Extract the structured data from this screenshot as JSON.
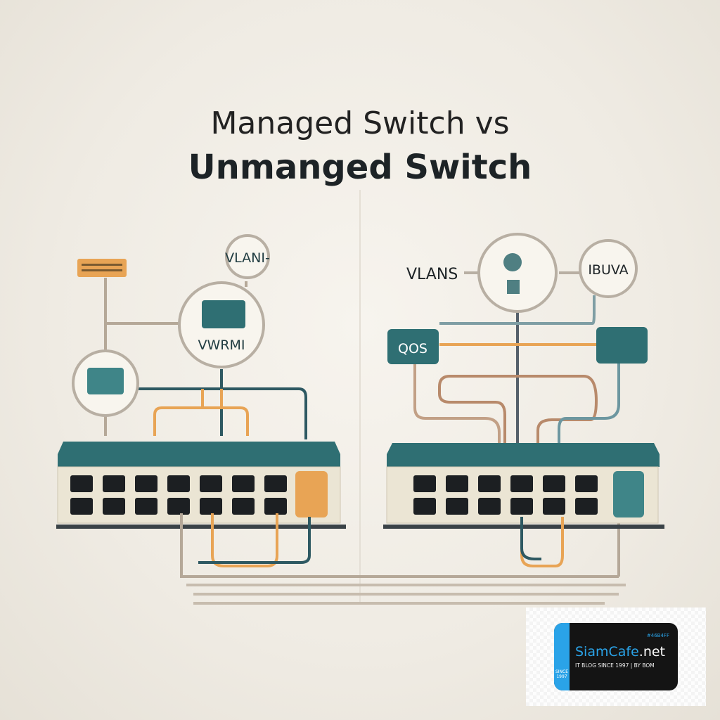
{
  "title": {
    "line1": "Managed Switch vs",
    "line2": "Unmanged Switch"
  },
  "left": {
    "bubble_top": "VLANI-",
    "bubble_center": "VWRMI"
  },
  "right": {
    "label_vlans": "VLANS",
    "bubble_right": "IBUVA",
    "box_left": "QOS"
  },
  "colors": {
    "teal": "#2f6f73",
    "orange": "#e8a455",
    "line": "#b5a898",
    "dark_line": "#2e5962",
    "background": "#efebe3"
  },
  "watermark": {
    "hex": "#46B4FF",
    "brand_main": "SiamCafe",
    "brand_suffix": ".net",
    "tagline": "IT BLOG SINCE 1997 | BY BOM",
    "since": "SINCE",
    "year": "1997"
  }
}
